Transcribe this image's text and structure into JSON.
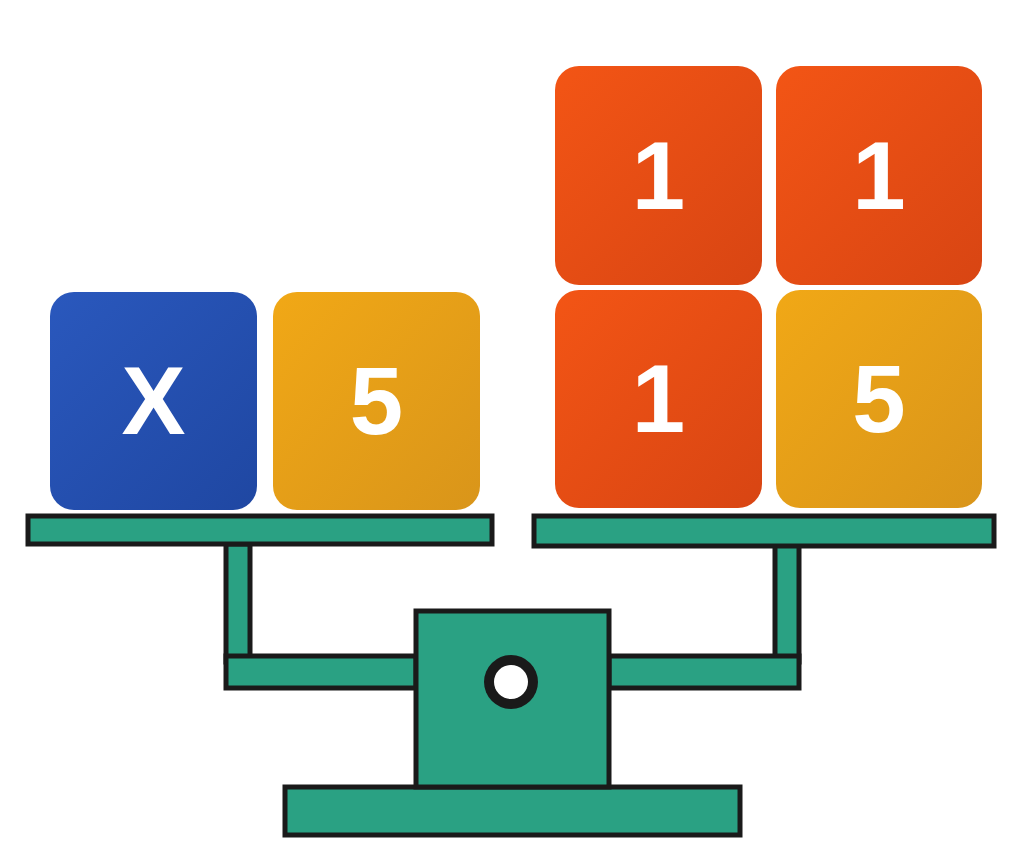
{
  "diagram": {
    "nodes": [
      {
        "text": [
          "X"
        ]
      },
      {
        "text": [
          "5"
        ]
      },
      {
        "text": [
          "1"
        ]
      },
      {
        "text": [
          "1"
        ]
      },
      {
        "text": [
          "1"
        ]
      },
      {
        "text": [
          "5"
        ]
      }
    ]
  }
}
